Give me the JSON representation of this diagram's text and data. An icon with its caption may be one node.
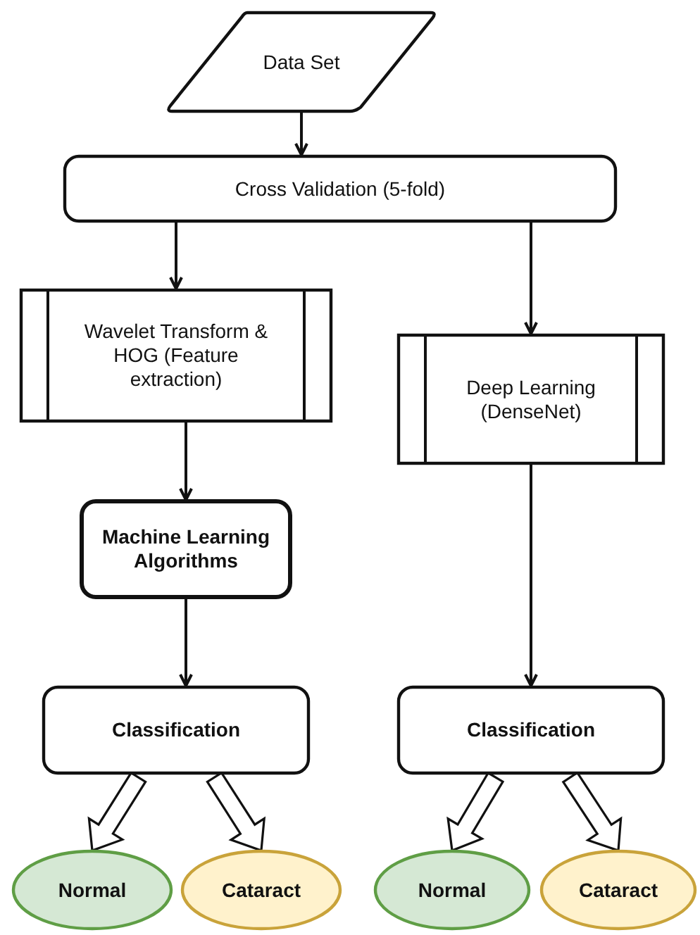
{
  "diagram": {
    "nodes": [
      {
        "text": [
          "Data Set"
        ]
      },
      {
        "text": [
          "Cross Validation (5-fold)"
        ]
      },
      {
        "text": [
          "Wavelet Transform & HOG (Feature extraction)"
        ]
      },
      {
        "text": [
          "Deep Learning (DenseNet)"
        ]
      },
      {
        "text": [
          "Machine Learning Algorithms"
        ]
      },
      {
        "text": [
          "Classification"
        ]
      },
      {
        "text": [
          "Classification"
        ]
      },
      {
        "text": [
          "Normal"
        ]
      },
      {
        "text": [
          "Cataract"
        ]
      },
      {
        "text": [
          "Normal"
        ]
      },
      {
        "text": [
          "Cataract"
        ]
      }
    ],
    "edges": [
      {
        "from": 0,
        "to": 1,
        "arrow": "to"
      },
      {
        "from": 1,
        "to": 2,
        "arrow": "to"
      },
      {
        "from": 1,
        "to": 3,
        "arrow": "to"
      },
      {
        "from": 2,
        "to": 4,
        "arrow": "to"
      },
      {
        "from": 4,
        "to": 5,
        "arrow": "to"
      },
      {
        "from": 3,
        "to": 6,
        "arrow": "to"
      },
      {
        "from": 5,
        "to": 7,
        "arrow": "to",
        "style": "thick"
      },
      {
        "from": 5,
        "to": 8,
        "arrow": "to",
        "style": "thick"
      },
      {
        "from": 6,
        "to": 9,
        "arrow": "to",
        "style": "thick"
      },
      {
        "from": 6,
        "to": 10,
        "arrow": "to",
        "style": "thick"
      }
    ]
  }
}
